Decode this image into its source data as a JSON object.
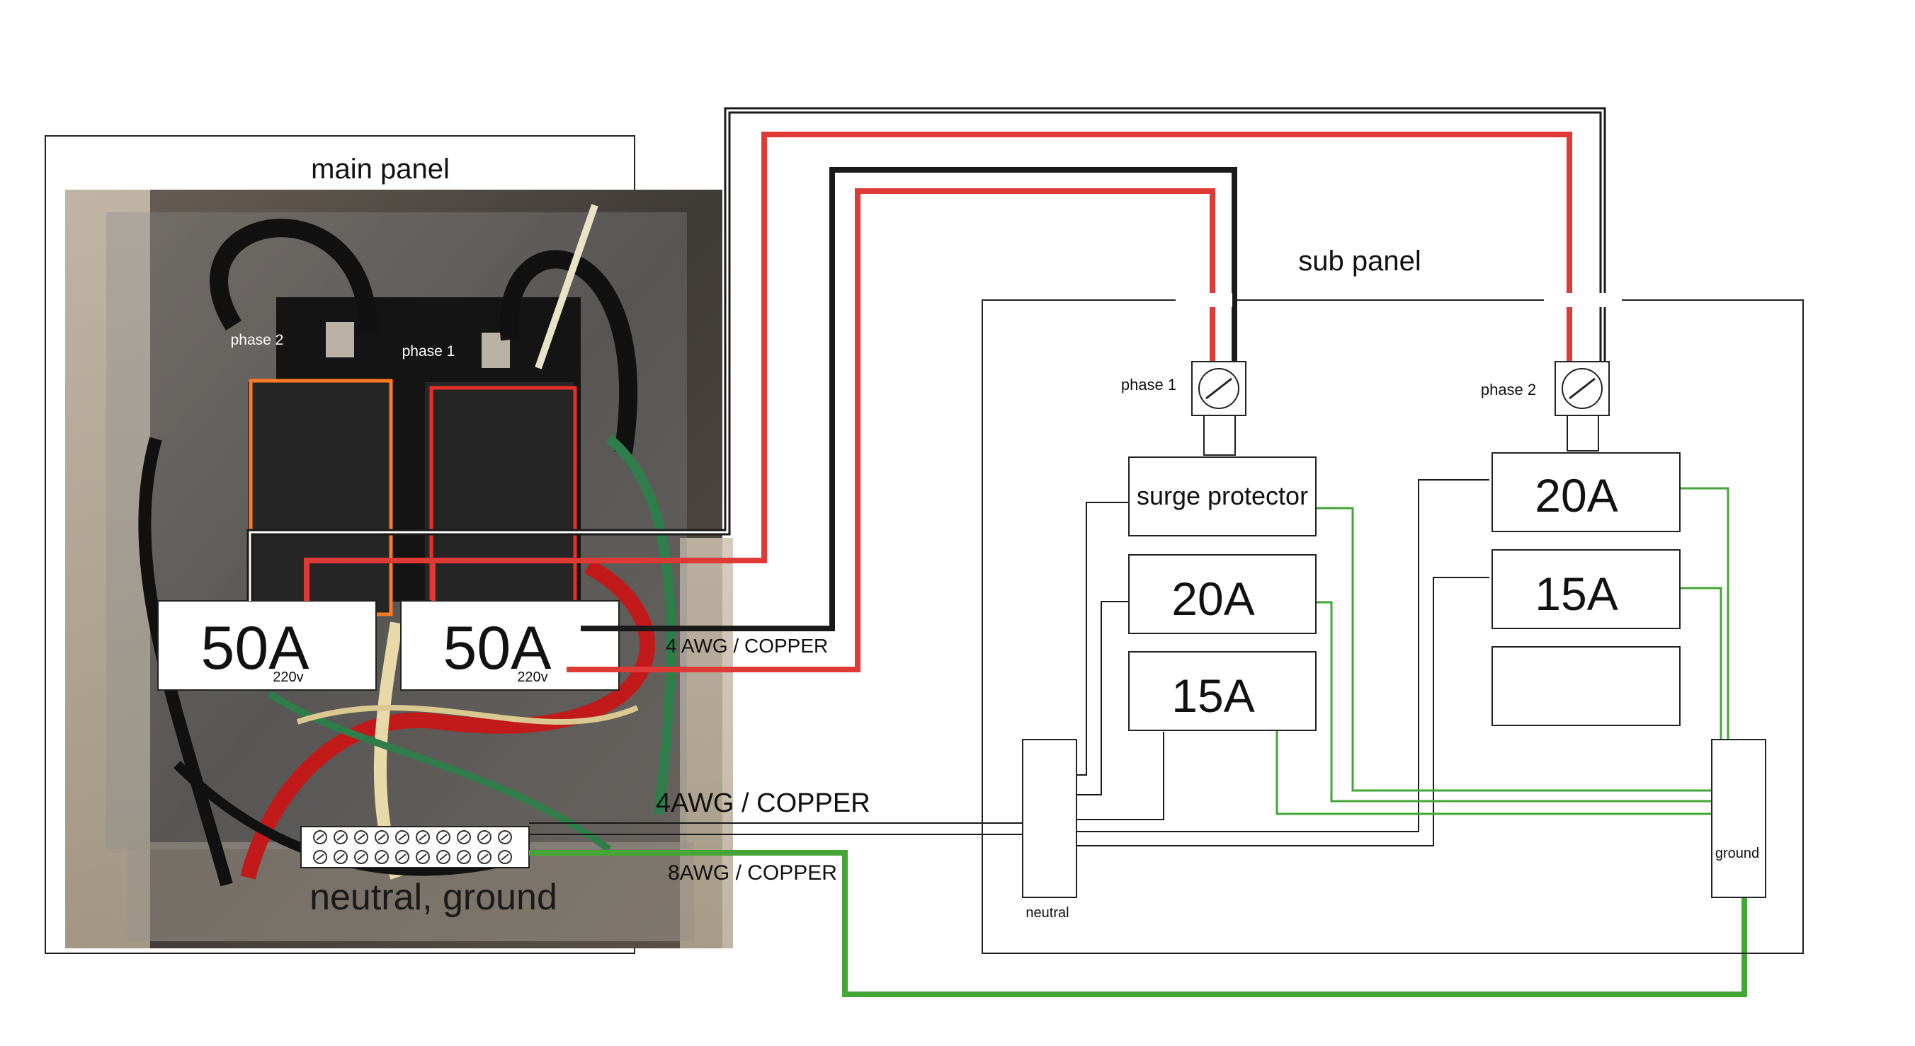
{
  "main_panel": {
    "title": "main panel",
    "phase_2_label": "phase 2",
    "phase_1_label": "phase 1",
    "breaker_left_rating": "50A",
    "breaker_left_voltage": "220v",
    "breaker_right_rating": "50A",
    "breaker_right_voltage": "220v",
    "bus_bar_label": "neutral, ground"
  },
  "wire_labels": {
    "hot_feed": "4 AWG / COPPER",
    "neutral_feed": "4AWG / COPPER",
    "ground_feed": "8AWG / COPPER"
  },
  "sub_panel": {
    "title": "sub panel",
    "phase_1_label": "phase 1",
    "phase_2_label": "phase 2",
    "surge_protector_label": "surge protector",
    "left_breaker_1": "20A",
    "left_breaker_2": "15A",
    "right_breaker_1": "20A",
    "right_breaker_2": "15A",
    "right_breaker_3": "",
    "neutral_bar_label": "neutral",
    "ground_bar_label": "ground"
  },
  "colors": {
    "hot_black": "#1a1a1a",
    "hot_red": "#e03a36",
    "ground_green": "#43a637",
    "breaker_frame_orange": "#ff7a22",
    "breaker_frame_red": "#e8302a"
  }
}
